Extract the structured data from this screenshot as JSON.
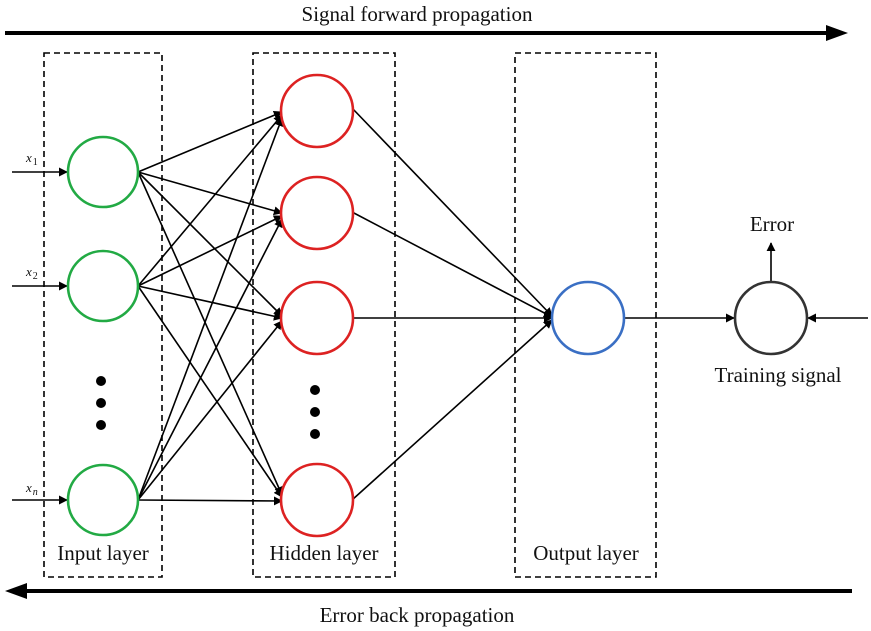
{
  "title_top": "Signal forward propagation",
  "title_bottom": "Error back propagation",
  "layers": {
    "input": "Input layer",
    "hidden": "Hidden layer",
    "output": "Output layer"
  },
  "inputs": [
    {
      "var": "x",
      "sub": "1"
    },
    {
      "var": "x",
      "sub": "2"
    },
    {
      "var": "x",
      "sub": "n"
    }
  ],
  "error_label": "Error",
  "training_label": "Training signal",
  "colors": {
    "input_node": "#22aa44",
    "hidden_node": "#dd2222",
    "output_node": "#3a6fc4",
    "comparator_node": "#333333",
    "line": "#000000"
  }
}
